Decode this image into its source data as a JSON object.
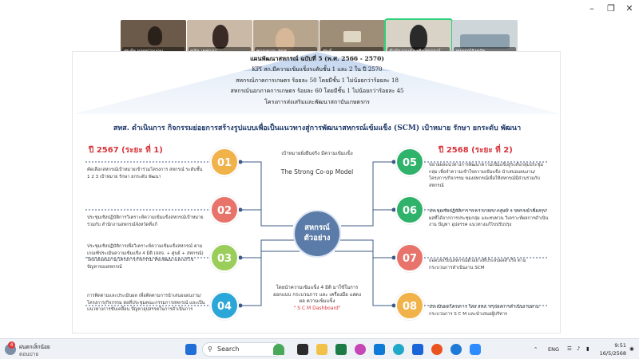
{
  "meeting": {
    "participants": [
      {
        "name": "ศูนย์ฯ ผลหน่วยงาน",
        "active": false
      },
      {
        "name": "ศุภัค เพศาลา",
        "active": false
      },
      {
        "name": "ชาญยาญ สตส.",
        "active": false
      },
      {
        "name": "ศูนย์",
        "active": false
      },
      {
        "name": "สำนักงานส่งเสริมสหกรณ์",
        "active": true
      },
      {
        "name": "สหกรณ์จังหวัด",
        "active": false
      }
    ]
  },
  "slide": {
    "header_lines": [
      "แผนพัฒนาสหกรณ์ ฉบับที่ 5 (พ.ศ. 2566 - 2570)",
      "KPI สก.มีความเข้มแข็งระดับชั้น 1 และ 2 ใน ปี 2570",
      "สหกรณ์ภาคการเกษตร ร้อยละ 50 โดยมีชั้น 1 ไม่น้อยกว่าร้อยละ 18",
      "สหกรณ์นอกภาคการเกษตร ร้อยละ 60 โดยมีชั้น 1 ไม่น้อยกว่าร้อยละ 45",
      "โครงการส่งเสริมและพัฒนาสถาบันเกษตรกร",
      "สทส. ดำเนินการ กิจกรรมย่อยการสร้างรูปแบบเพื่อเป็นแนวทางสู่การพัฒนาสหกรณ์เข้มแข็ง (SCM) เป้าหมาย รักษา ยกระดับ พัฒนา"
    ],
    "year_left": "ปี 2567 (ระยะ ที่ 1)",
    "year_right": "ปี 2568 (ระยะ ที่ 2)",
    "center": {
      "label": "เป้าหมายยั่งยืนจริง มีความเข้มแข็ง",
      "english": "The Strong Co-op Model",
      "circle_line1": "สหกรณ์",
      "circle_line2": "ตัวอย่าง",
      "bottom": "โดยนำความเข้มแข็ง 4 มิติ มาใช้ในการออกแบบ กระบวนการ และ เครื่องมือ แสดงผล ความเข้มแข็ง",
      "dashboard": "\" S C M Dashboard\""
    },
    "steps_left": [
      {
        "num": "01",
        "color": "#f2b24a",
        "text": "คัดเลือกสหกรณ์เป้าหมายเข้าร่วมโครงการ สหกรณ์ ระดับชั้น 1 2 3 เป้าหมาย รักษา ยกระดับ พัฒนา"
      },
      {
        "num": "02",
        "color": "#e8736a",
        "text": "ประชุมเชิงปฏิบัติการวิเคราะห์ความเข้มแข็งสหกรณ์เป้าหมาย ร่วมกับ สำนักงานสหกรณ์จังหวัดที่แก้"
      },
      {
        "num": "03",
        "color": "#9acd5a",
        "text": "ประชุมเชิงปฏิบัติการเพื่อวิเคราะห์ความเข้มแข็งสหกรณ์ ตามเกณฑ์ประเมินความเข้มแข็ง 4 มิติ (สสจ. + ศูนย์ + สหกรณ์) โดยได้แผนงาน/โครงการ/กิจกรรม ที่จะพัฒนาและแก้ไขปัญหาของสหกรณ์"
      },
      {
        "num": "04",
        "color": "#2aa6d8",
        "text": "การติดตามและประเมินผล เพื่อติดตามการนำเสนอแผนงาน/โครงการ/กิจกรรม ต่อที่ประชุมคณะกรรมการสหกรณ์ และเป็นแนวทางการขับเคลื่อน ปัญหาอุปสรรคในการดำเนินการ"
      }
    ],
    "steps_right": [
      {
        "num": "05",
        "color": "#2fb36b",
        "text": "ขยายผลแนวทางการพัฒนาความเข้มแข็งสู่ระดับกลุ่มประชุมกลุ่ม เพื่อจำความเข้าใจความเข้มแข็ง นำเสนอแผนงาน/โครงการ/กิจกรรม ของสหกรณ์เพื่อให้สหกรณ์มีส่วนร่วมกับสหกรณ์"
      },
      {
        "num": "06",
        "color": "#2fb36b",
        "text": "ประชุมเชิงปฏิบัติการ ระหว่าง สสจ.+ศูนย์ + สหกรณ์ เพื่อสรุปผลที่ได้จากการประชุมกลุ่ม และทบทวน วิเคราะห์ผลการดำเนินงาน ปัญหา อุปสรรค แนวทางแก้ไขปรับปรุง"
      },
      {
        "num": "07",
        "color": "#e8736a",
        "text": "ถอดบทเรียนสหกรณ์ตัวอย่างที่ประสบผลสำเร็จ ตามกระบวนการดำเนินงาน SCM"
      },
      {
        "num": "08",
        "color": "#f2b24a",
        "text": "ประเมินผลโครงการ โดย สทส. สรุปผลการดำเนินงานตามกระบวนการ S C M และนำเสนอผู้บริหาร"
      }
    ]
  },
  "taskbar": {
    "weather_temp": "ฝนตกเล็กน้อย",
    "weather_sub": "ตอนบ่าย",
    "search_placeholder": "Search",
    "lang": "ENG",
    "time": "9:51",
    "date": "16/5/2568",
    "badge": "4"
  }
}
